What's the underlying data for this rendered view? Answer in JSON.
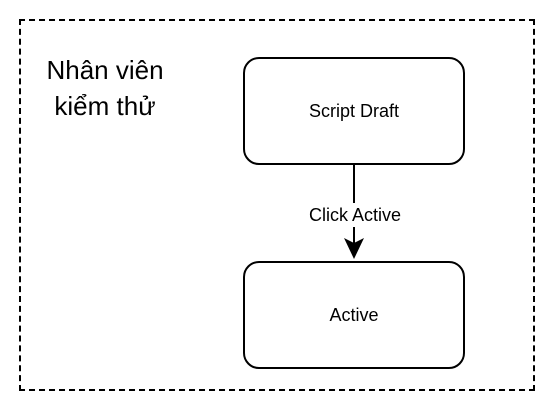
{
  "swimlane": {
    "label": "Nhân viên\nkiểm thử"
  },
  "states": [
    {
      "id": "script-draft",
      "label": "Script Draft"
    },
    {
      "id": "active",
      "label": "Active"
    }
  ],
  "transitions": [
    {
      "from": "script-draft",
      "to": "active",
      "label": "Click Active"
    }
  ]
}
